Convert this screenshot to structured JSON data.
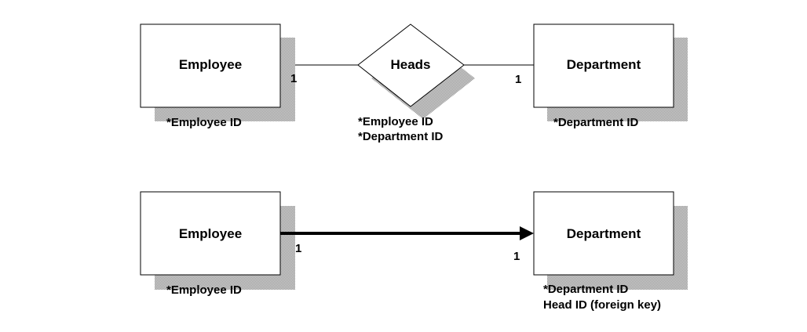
{
  "diagram1": {
    "entity_left": {
      "name": "Employee",
      "attributes": [
        "*Employee ID"
      ]
    },
    "relationship": {
      "name": "Heads",
      "attributes": [
        "*Employee ID",
        "*Department ID"
      ]
    },
    "entity_right": {
      "name": "Department",
      "attributes": [
        "*Department ID"
      ]
    },
    "cardinality_left": "1",
    "cardinality_right": "1"
  },
  "diagram2": {
    "entity_left": {
      "name": "Employee",
      "attributes": [
        "*Employee ID"
      ]
    },
    "entity_right": {
      "name": "Department",
      "attributes": [
        "*Department ID",
        "Head ID (foreign key)"
      ]
    },
    "cardinality_left": "1",
    "cardinality_right": "1"
  },
  "colors": {
    "stroke": "#000000",
    "shadow_dark": "#9a9a9a",
    "shadow_light": "#d4d4d4",
    "background": "#ffffff"
  }
}
